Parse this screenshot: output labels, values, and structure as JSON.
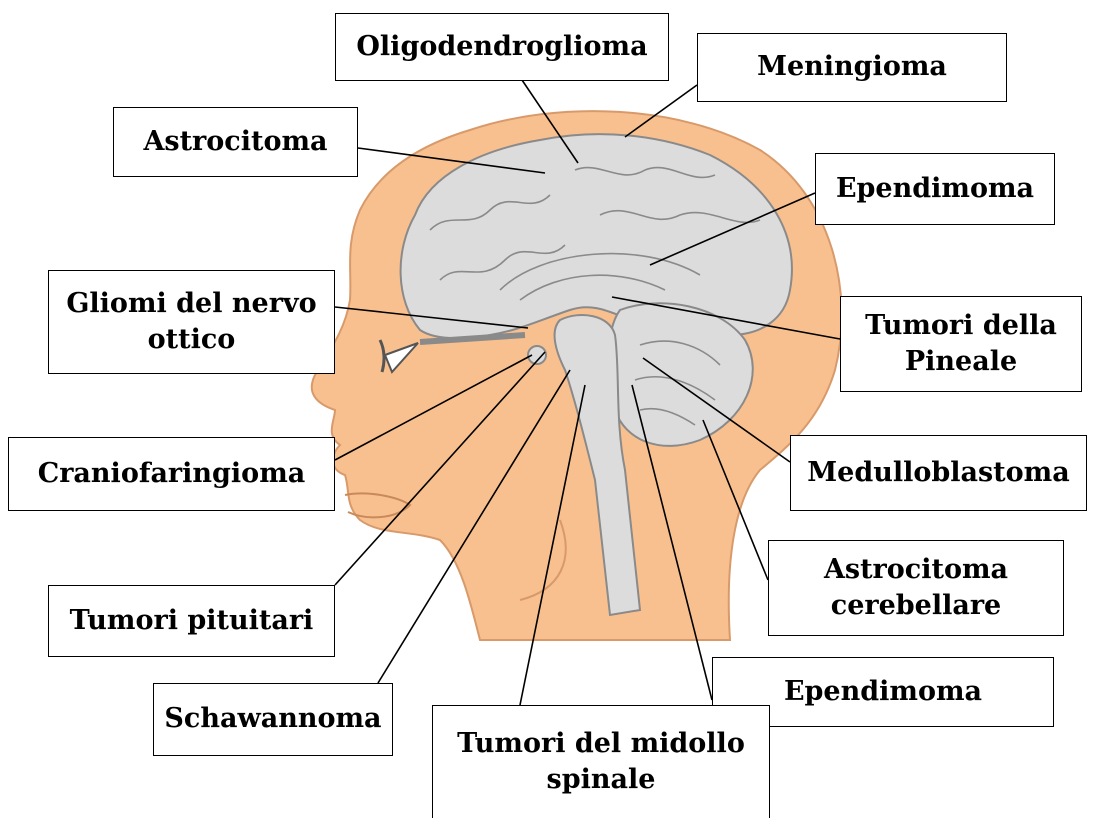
{
  "labels": {
    "oligodendroglioma": "Oligodendroglioma",
    "meningioma": "Meningioma",
    "astrocitoma": "Astrocitoma",
    "ependimoma_upper": "Ependimoma",
    "gliomi_line1": "Gliomi del nervo",
    "gliomi_line2": "ottico",
    "pineale_line1": "Tumori della",
    "pineale_line2": "Pineale",
    "craniofaringioma": "Craniofaringioma",
    "medulloblastoma": "Medulloblastoma",
    "astro_cereb_line1": "Astrocitoma",
    "astro_cereb_line2": "cerebellare",
    "tumori_pituitari": "Tumori pituitari",
    "ependimoma_lower": "Ependimoma",
    "schawannoma": "Schawannoma",
    "midollo_line1": "Tumori del midollo",
    "midollo_line2": "spinale"
  },
  "colors": {
    "skin": "#f9c08f",
    "skin_outline": "#d89a6a",
    "brain": "#dcdcdc",
    "brain_outline": "#8a8a8a",
    "leader_line": "#000000"
  }
}
